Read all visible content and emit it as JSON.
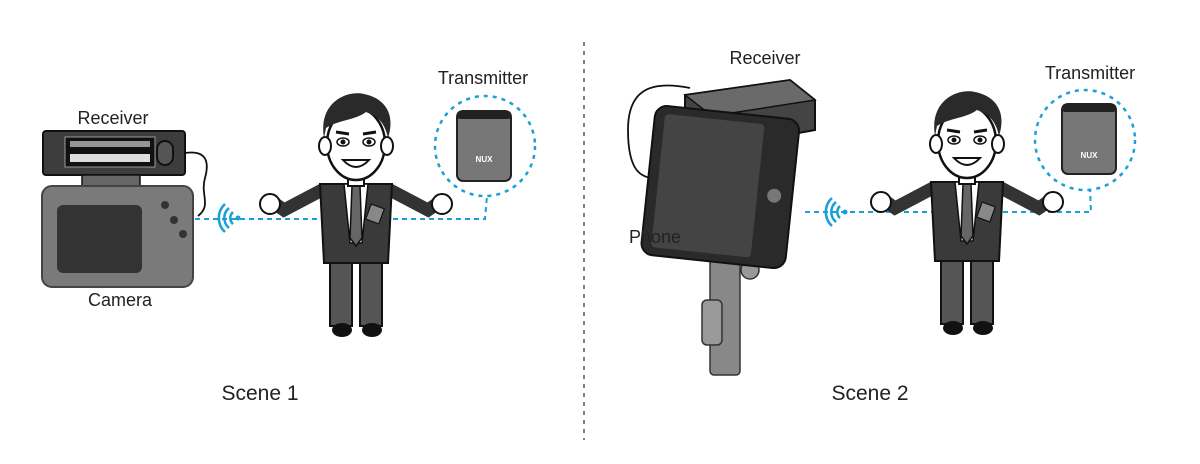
{
  "scene1": {
    "title": "Scene 1",
    "receiver_label": "Receiver",
    "camera_label": "Camera",
    "transmitter_label": "Transmitter",
    "transmitter_logo": "NUX"
  },
  "scene2": {
    "title": "Scene 2",
    "receiver_label": "Receiver",
    "phone_label": "Phone",
    "transmitter_label": "Transmitter",
    "transmitter_logo": "NUX"
  },
  "colors": {
    "signal": "#1a9fd8",
    "device": "#777777",
    "device_dark": "#333333"
  }
}
